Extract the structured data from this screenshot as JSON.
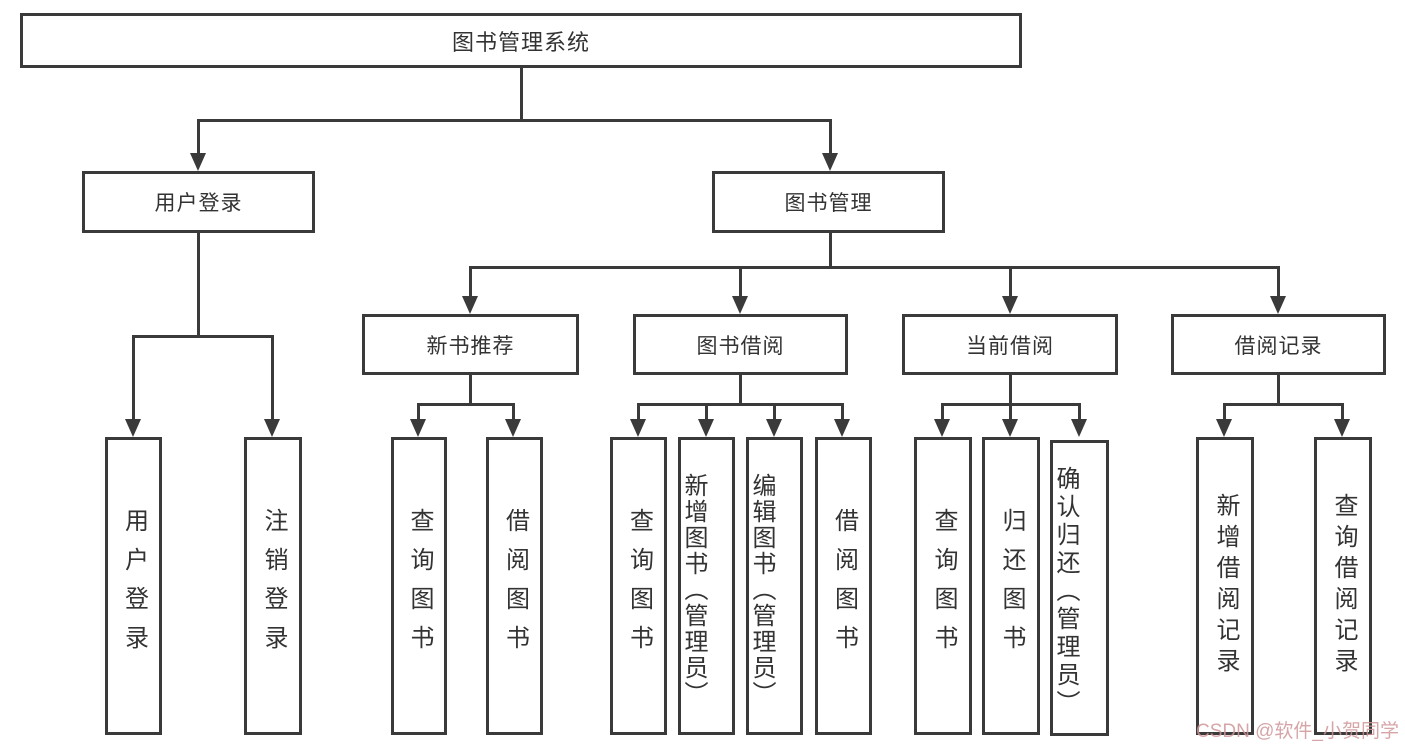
{
  "diagram": {
    "title": "图书管理系统",
    "type": "function-structure-tree",
    "tree": {
      "label": "图书管理系统",
      "children": [
        {
          "label": "用户登录",
          "children": [
            {
              "label": "用户登录"
            },
            {
              "label": "注销登录"
            }
          ]
        },
        {
          "label": "图书管理",
          "children": [
            {
              "label": "新书推荐",
              "children": [
                {
                  "label": "查询图书"
                },
                {
                  "label": "借阅图书"
                }
              ]
            },
            {
              "label": "图书借阅",
              "children": [
                {
                  "label": "查询图书"
                },
                {
                  "label": "新增图书（管理员）"
                },
                {
                  "label": "编辑图书（管理员）"
                },
                {
                  "label": "借阅图书"
                }
              ]
            },
            {
              "label": "当前借阅",
              "children": [
                {
                  "label": "查询图书"
                },
                {
                  "label": "归还图书"
                },
                {
                  "label": "确认归还（管理员）"
                }
              ]
            },
            {
              "label": "借阅记录",
              "children": [
                {
                  "label": "新增借阅记录"
                },
                {
                  "label": "查询借阅记录"
                }
              ]
            }
          ]
        }
      ]
    },
    "watermark": "CSDN @软件_小贺同学",
    "colors": {
      "line": "#3a3a3a",
      "text": "#333333",
      "background": "#ffffff",
      "watermark": "#cf9699"
    }
  }
}
